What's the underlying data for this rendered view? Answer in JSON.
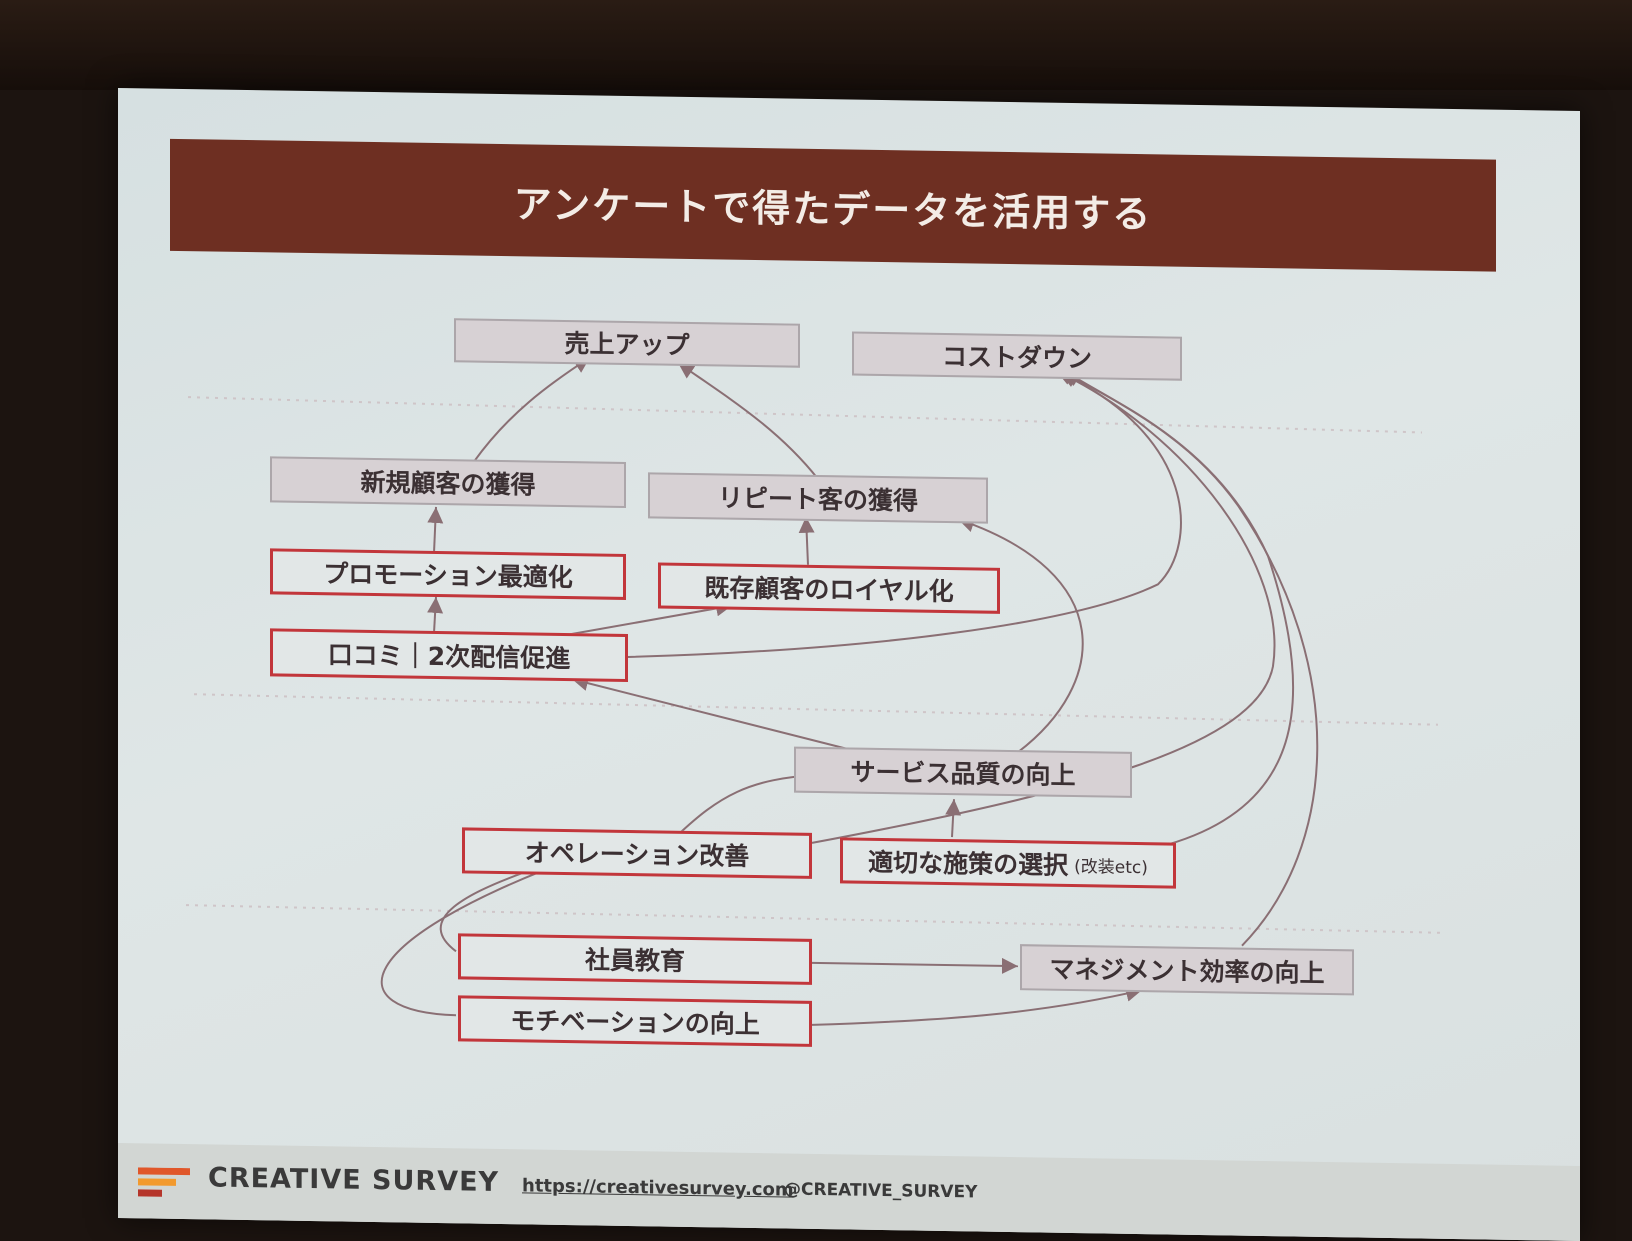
{
  "title": "アンケートで得たデータを活用する",
  "goals": {
    "sales_up": "売上アップ",
    "cost_down": "コストダウン",
    "new_customers": "新規顧客の獲得",
    "repeat_customers": "リピート客の獲得",
    "service_quality": "サービス品質の向上",
    "mgmt_efficiency": "マネジメント効率の向上"
  },
  "actions": {
    "promotion": "プロモーション最適化",
    "loyalty": "既存顧客のロイヤル化",
    "word_of_mouth": "口コミ｜2次配信促進",
    "operation": "オペレーション改善",
    "measures": "適切な施策の選択",
    "measures_note": "(改装etc)",
    "education": "社員教育",
    "motivation": "モチベーションの向上"
  },
  "footer": {
    "brand": "CREATIVE SURVEY",
    "url": "https://creativesurvey.com",
    "handle": "@CREATIVE_SURVEY"
  },
  "colors": {
    "title_bar": "#6e2f22",
    "action_border": "#c2363b",
    "goal_fill": "#d7d1d4",
    "connector": "#8a6f74"
  }
}
